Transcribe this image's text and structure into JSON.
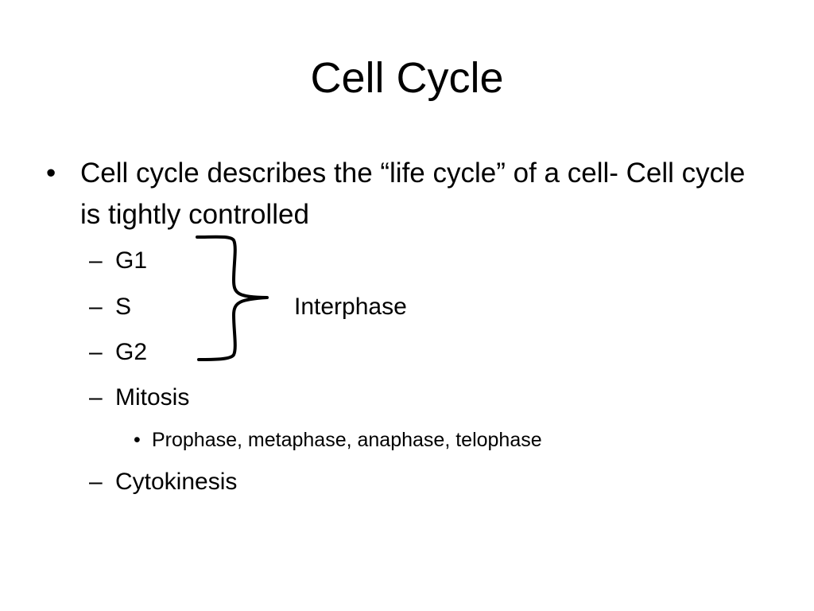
{
  "slide": {
    "title": "Cell Cycle",
    "bullet": {
      "marker": "•",
      "text": "Cell cycle describes the “life cycle” of a cell- Cell cycle is tightly controlled"
    },
    "sub_items": [
      {
        "dash": "–",
        "label": "G1"
      },
      {
        "dash": "–",
        "label": "S"
      },
      {
        "dash": "–",
        "label": "G2"
      },
      {
        "dash": "–",
        "label": "Mitosis"
      },
      {
        "dash": "–",
        "label": "Cytokinesis"
      }
    ],
    "mitosis_sub": {
      "marker": "•",
      "label": "Prophase, metaphase, anaphase, telophase"
    },
    "brace_label": "Interphase"
  }
}
